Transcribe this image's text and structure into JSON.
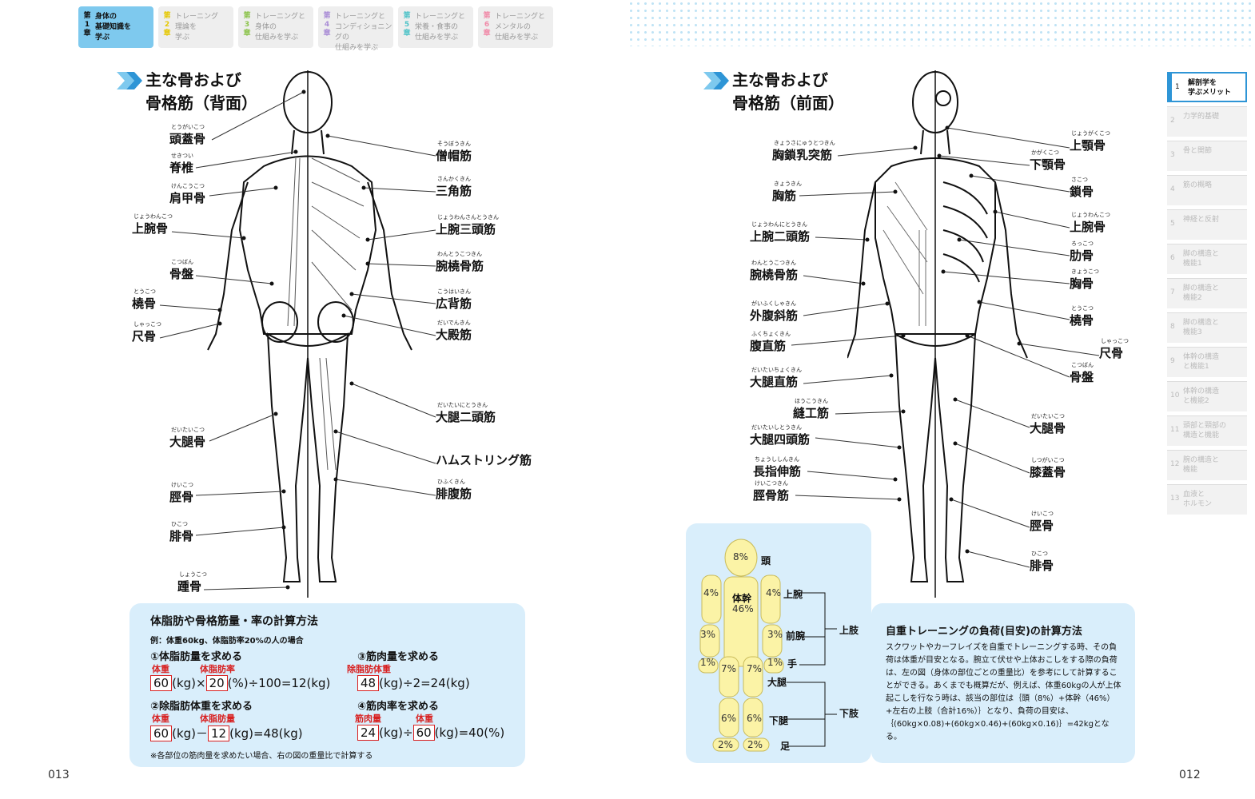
{
  "chapters": [
    {
      "num": "第\n1\n章",
      "label": "身体の\n基礎知識を\n学ぶ",
      "color": "#111",
      "active": true
    },
    {
      "num": "第\n2\n章",
      "label": "トレーニング\n理論を\n学ぶ",
      "color": "#e6c800"
    },
    {
      "num": "第\n3\n章",
      "label": "トレーニングと\n身体の\n仕組みを学ぶ",
      "color": "#8bc34a"
    },
    {
      "num": "第\n4\n章",
      "label": "トレーニングと\nコンディショニングの\n仕組みを学ぶ",
      "color": "#a98cd6"
    },
    {
      "num": "第\n5\n章",
      "label": "トレーニングと\n栄養・食事の\n仕組みを学ぶ",
      "color": "#4fc3c8"
    },
    {
      "num": "第\n6\n章",
      "label": "トレーニングと\nメンタルの\n仕組みを学ぶ",
      "color": "#f08aa8"
    }
  ],
  "left": {
    "heading": "主な骨および\n骨格筋（背面）",
    "labels": [
      {
        "t": "頭蓋骨",
        "r": "とうがいこつ"
      },
      {
        "t": "脊椎",
        "r": "せきつい"
      },
      {
        "t": "肩甲骨",
        "r": "けんこうこつ"
      },
      {
        "t": "上腕骨",
        "r": "じょうわんこつ"
      },
      {
        "t": "骨盤",
        "r": "こつばん"
      },
      {
        "t": "橈骨",
        "r": "とうこつ"
      },
      {
        "t": "尺骨",
        "r": "しゃっこつ"
      },
      {
        "t": "大腿骨",
        "r": "だいたいこつ"
      },
      {
        "t": "脛骨",
        "r": "けいこつ"
      },
      {
        "t": "腓骨",
        "r": "ひこつ"
      },
      {
        "t": "踵骨",
        "r": "しょうこつ"
      },
      {
        "t": "僧帽筋",
        "r": "そうぼうきん"
      },
      {
        "t": "三角筋",
        "r": "さんかくきん"
      },
      {
        "t": "上腕三頭筋",
        "r": "じょうわんさんとうきん"
      },
      {
        "t": "腕橈骨筋",
        "r": "わんとうこつきん"
      },
      {
        "t": "広背筋",
        "r": "こうはいきん"
      },
      {
        "t": "大殿筋",
        "r": "だいでんきん"
      },
      {
        "t": "大腿二頭筋",
        "r": "だいたいにとうきん"
      },
      {
        "t": "ハムストリング筋",
        "r": ""
      },
      {
        "t": "腓腹筋",
        "r": "ひふくきん"
      }
    ],
    "calc": {
      "title": "体脂肪や骨格筋量・率の計算方法",
      "example": "例：体重60kg、体脂肪率20%の人の場合",
      "s1": "①体脂肪量を求める",
      "s1r1": "体重",
      "s1r2": "体脂肪率",
      "s1a": "60",
      "s1b": "(kg)×",
      "s1c": "20",
      "s1d": "(%)÷100=12(kg)",
      "s2": "②除脂肪体重を求める",
      "s2r1": "体重",
      "s2r2": "体脂肪量",
      "s2a": "60",
      "s2b": "(kg)－",
      "s2c": "12",
      "s2d": "(kg)=48(kg)",
      "s3": "③筋肉量を求める",
      "s3r1": "除脂肪体重",
      "s3a": "48",
      "s3b": "(kg)÷2=24(kg)",
      "s4": "④筋肉率を求める",
      "s4r1": "筋肉量",
      "s4r2": "体重",
      "s4a": "24",
      "s4b": "(kg)÷",
      "s4c": "60",
      "s4d": "(kg)=40(%)",
      "note": "※各部位の筋肉量を求めたい場合、右の図の重量比で計算する"
    },
    "page": "013"
  },
  "right": {
    "heading": "主な骨および\n骨格筋（前面）",
    "labels": [
      {
        "t": "胸鎖乳突筋",
        "r": "きょうさにゅうとつきん"
      },
      {
        "t": "胸筋",
        "r": "きょうきん"
      },
      {
        "t": "上腕二頭筋",
        "r": "じょうわんにとうきん"
      },
      {
        "t": "腕橈骨筋",
        "r": "わんとうこつきん"
      },
      {
        "t": "外腹斜筋",
        "r": "がいふくしゃきん"
      },
      {
        "t": "腹直筋",
        "r": "ふくちょくきん"
      },
      {
        "t": "大腿直筋",
        "r": "だいたいちょくきん"
      },
      {
        "t": "縫工筋",
        "r": "ほうこうきん"
      },
      {
        "t": "大腿四頭筋",
        "r": "だいたいしとうきん"
      },
      {
        "t": "長指伸筋",
        "r": "ちょうししんきん"
      },
      {
        "t": "脛骨筋",
        "r": "けいこつきん"
      },
      {
        "t": "上顎骨",
        "r": "じょうがくこつ"
      },
      {
        "t": "下顎骨",
        "r": "かがくこつ"
      },
      {
        "t": "鎖骨",
        "r": "さこつ"
      },
      {
        "t": "上腕骨",
        "r": "じょうわんこつ"
      },
      {
        "t": "肋骨",
        "r": "ろっこつ"
      },
      {
        "t": "胸骨",
        "r": "きょうこつ"
      },
      {
        "t": "橈骨",
        "r": "とうこつ"
      },
      {
        "t": "尺骨",
        "r": "しゃっこつ"
      },
      {
        "t": "骨盤",
        "r": "こつばん"
      },
      {
        "t": "大腿骨",
        "r": "だいたいこつ"
      },
      {
        "t": "膝蓋骨",
        "r": "しつがいこつ"
      },
      {
        "t": "脛骨",
        "r": "けいこつ"
      },
      {
        "t": "腓骨",
        "r": "ひこつ"
      }
    ],
    "ratio": {
      "head": "8%",
      "trunk": "体幹",
      "trunkPct": "46%",
      "upperArm": "4%",
      "forearm": "3%",
      "hand": "1%",
      "thigh": "7%",
      "shin": "6%",
      "foot": "2%",
      "lHead": "頭",
      "lUpperArm": "上腕",
      "lForearm": "前腕",
      "lHand": "手",
      "lThigh": "大腿",
      "lShin": "下腿",
      "lFoot": "足",
      "upperLimb": "上肢",
      "lowerLimb": "下肢"
    },
    "calc": {
      "title": "自重トレーニングの負荷(目安)の計算方法",
      "body": "スクワットやカーフレイズを自重でトレーニングする時、その負荷は体重が目安となる。腕立て伏せや上体おこしをする際の負荷は、左の図（身体の部位ごとの重量比）を参考にして計算することができる。あくまでも概算だが、例えば、体重60kgの人が上体起こしを行なう時は、該当の部位は｛頭（8%）+体幹（46%）+左右の上肢（合計16%）｝となり、負荷の目安は、｛(60kg×0.08)+(60kg×0.46)+(60kg×0.16)｝=42kgとなる。"
    },
    "page": "012"
  },
  "sidebar": [
    {
      "n": "1",
      "t": "解剖学を\n学ぶメリット",
      "active": true
    },
    {
      "n": "2",
      "t": "力学的基礎"
    },
    {
      "n": "3",
      "t": "骨と関節"
    },
    {
      "n": "4",
      "t": "筋の概略"
    },
    {
      "n": "5",
      "t": "神経と反射"
    },
    {
      "n": "6",
      "t": "脚の構造と\n機能1"
    },
    {
      "n": "7",
      "t": "脚の構造と\n機能2"
    },
    {
      "n": "8",
      "t": "脚の構造と\n機能3"
    },
    {
      "n": "9",
      "t": "体幹の構造\nと機能1"
    },
    {
      "n": "10",
      "t": "体幹の構造\nと機能2"
    },
    {
      "n": "11",
      "t": "頭部と頸部の\n構造と機能"
    },
    {
      "n": "12",
      "t": "腕の構造と\n機能"
    },
    {
      "n": "13",
      "t": "血液と\nホルモン"
    }
  ],
  "colors": {
    "accent": "#2e95d6",
    "tabActive": "#7ec9ee",
    "box": "#d9eefb",
    "red": "#d82020",
    "figure": "#fbf3a6"
  }
}
